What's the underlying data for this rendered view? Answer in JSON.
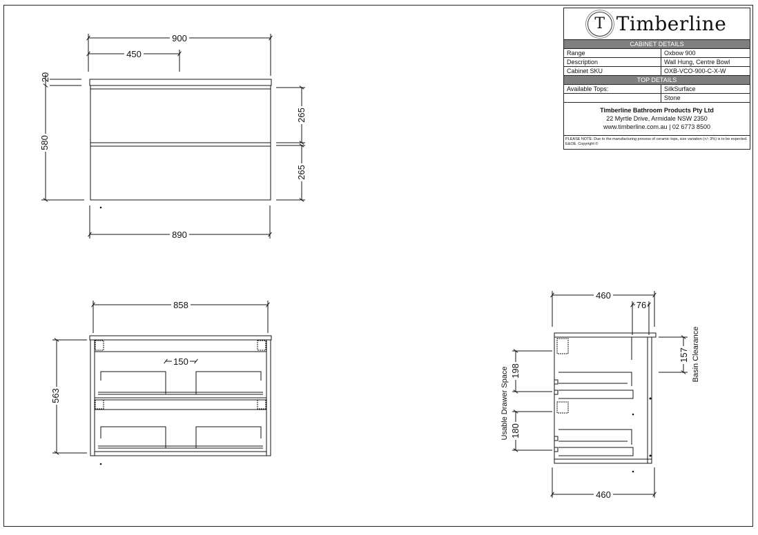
{
  "brand": {
    "logo_letter": "T",
    "name": "Timberline"
  },
  "cabinet_details": {
    "heading": "CABINET DETAILS",
    "rows": [
      {
        "label": "Range",
        "value": "Oxbow 900"
      },
      {
        "label": "Description",
        "value": "Wall Hung, Centre Bowl"
      },
      {
        "label": "Cabinet SKU",
        "value": "OXB-VCO-900-C-X-W"
      }
    ]
  },
  "top_details": {
    "heading": "TOP DETAILS",
    "rows": [
      {
        "label": "Available Tops:",
        "value": "SilkSurface"
      },
      {
        "label": "",
        "value": "Stone"
      }
    ]
  },
  "company": {
    "name": "Timberline Bathroom Products Pty Ltd",
    "address": "22 Myrtle Drive, Armidale NSW 2350",
    "contact": "www.timberline.com.au  |  02 6773 8500"
  },
  "note": "PLEASE NOTE: Due to the manufacturing process of ceramic tops, size variation (+/- 3%) is to be expected. E&OE. Copyright ©",
  "front_view": {
    "width_top": "900",
    "half_width": "450",
    "top_thickness": "20",
    "total_height": "580",
    "drawer_upper": "265",
    "drawer_lower": "265",
    "width_bottom": "890"
  },
  "internal_view": {
    "inner_width": "858",
    "inner_height": "563",
    "centre_gap": "150"
  },
  "side_view": {
    "depth_top": "460",
    "basin_offset": "76",
    "basin_clearance_value": "157",
    "basin_clearance_label": "Basin Clearance",
    "drawer_space_upper": "198",
    "drawer_space_lower": "180",
    "drawer_space_label": "Usable Drawer Space",
    "depth_bottom": "460"
  }
}
